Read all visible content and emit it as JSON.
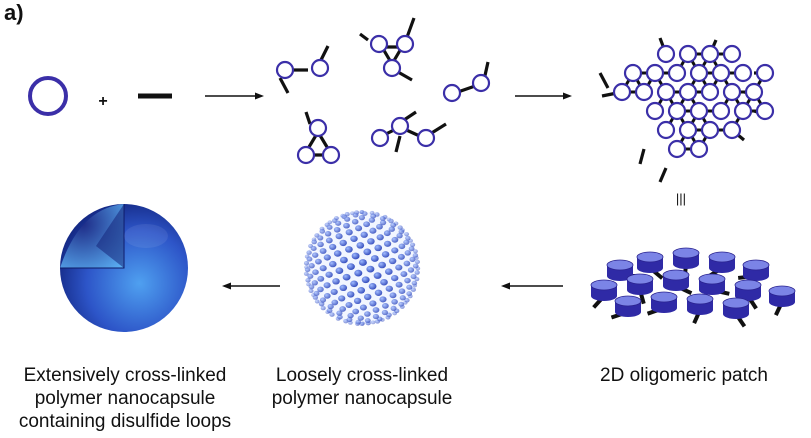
{
  "panel_label": "a)",
  "symbols": {
    "plus": "+",
    "equivalence": "|||"
  },
  "captions": {
    "extensive": [
      "Extensively cross-linked",
      "polymer nanocapsule",
      "containing disulfide loops"
    ],
    "loose": [
      "Loosely cross-linked",
      "polymer nanocapsule"
    ],
    "patch": [
      "2D oligomeric patch"
    ]
  },
  "colors": {
    "ring": "#3b2fa8",
    "bar": "#111111",
    "sphere_dark": "#0c1a6e",
    "sphere_light": "#4fa0f0",
    "bead": "#3d62cf",
    "disk_top": "#7b84e6",
    "disk_side": "#2f2aa6"
  }
}
